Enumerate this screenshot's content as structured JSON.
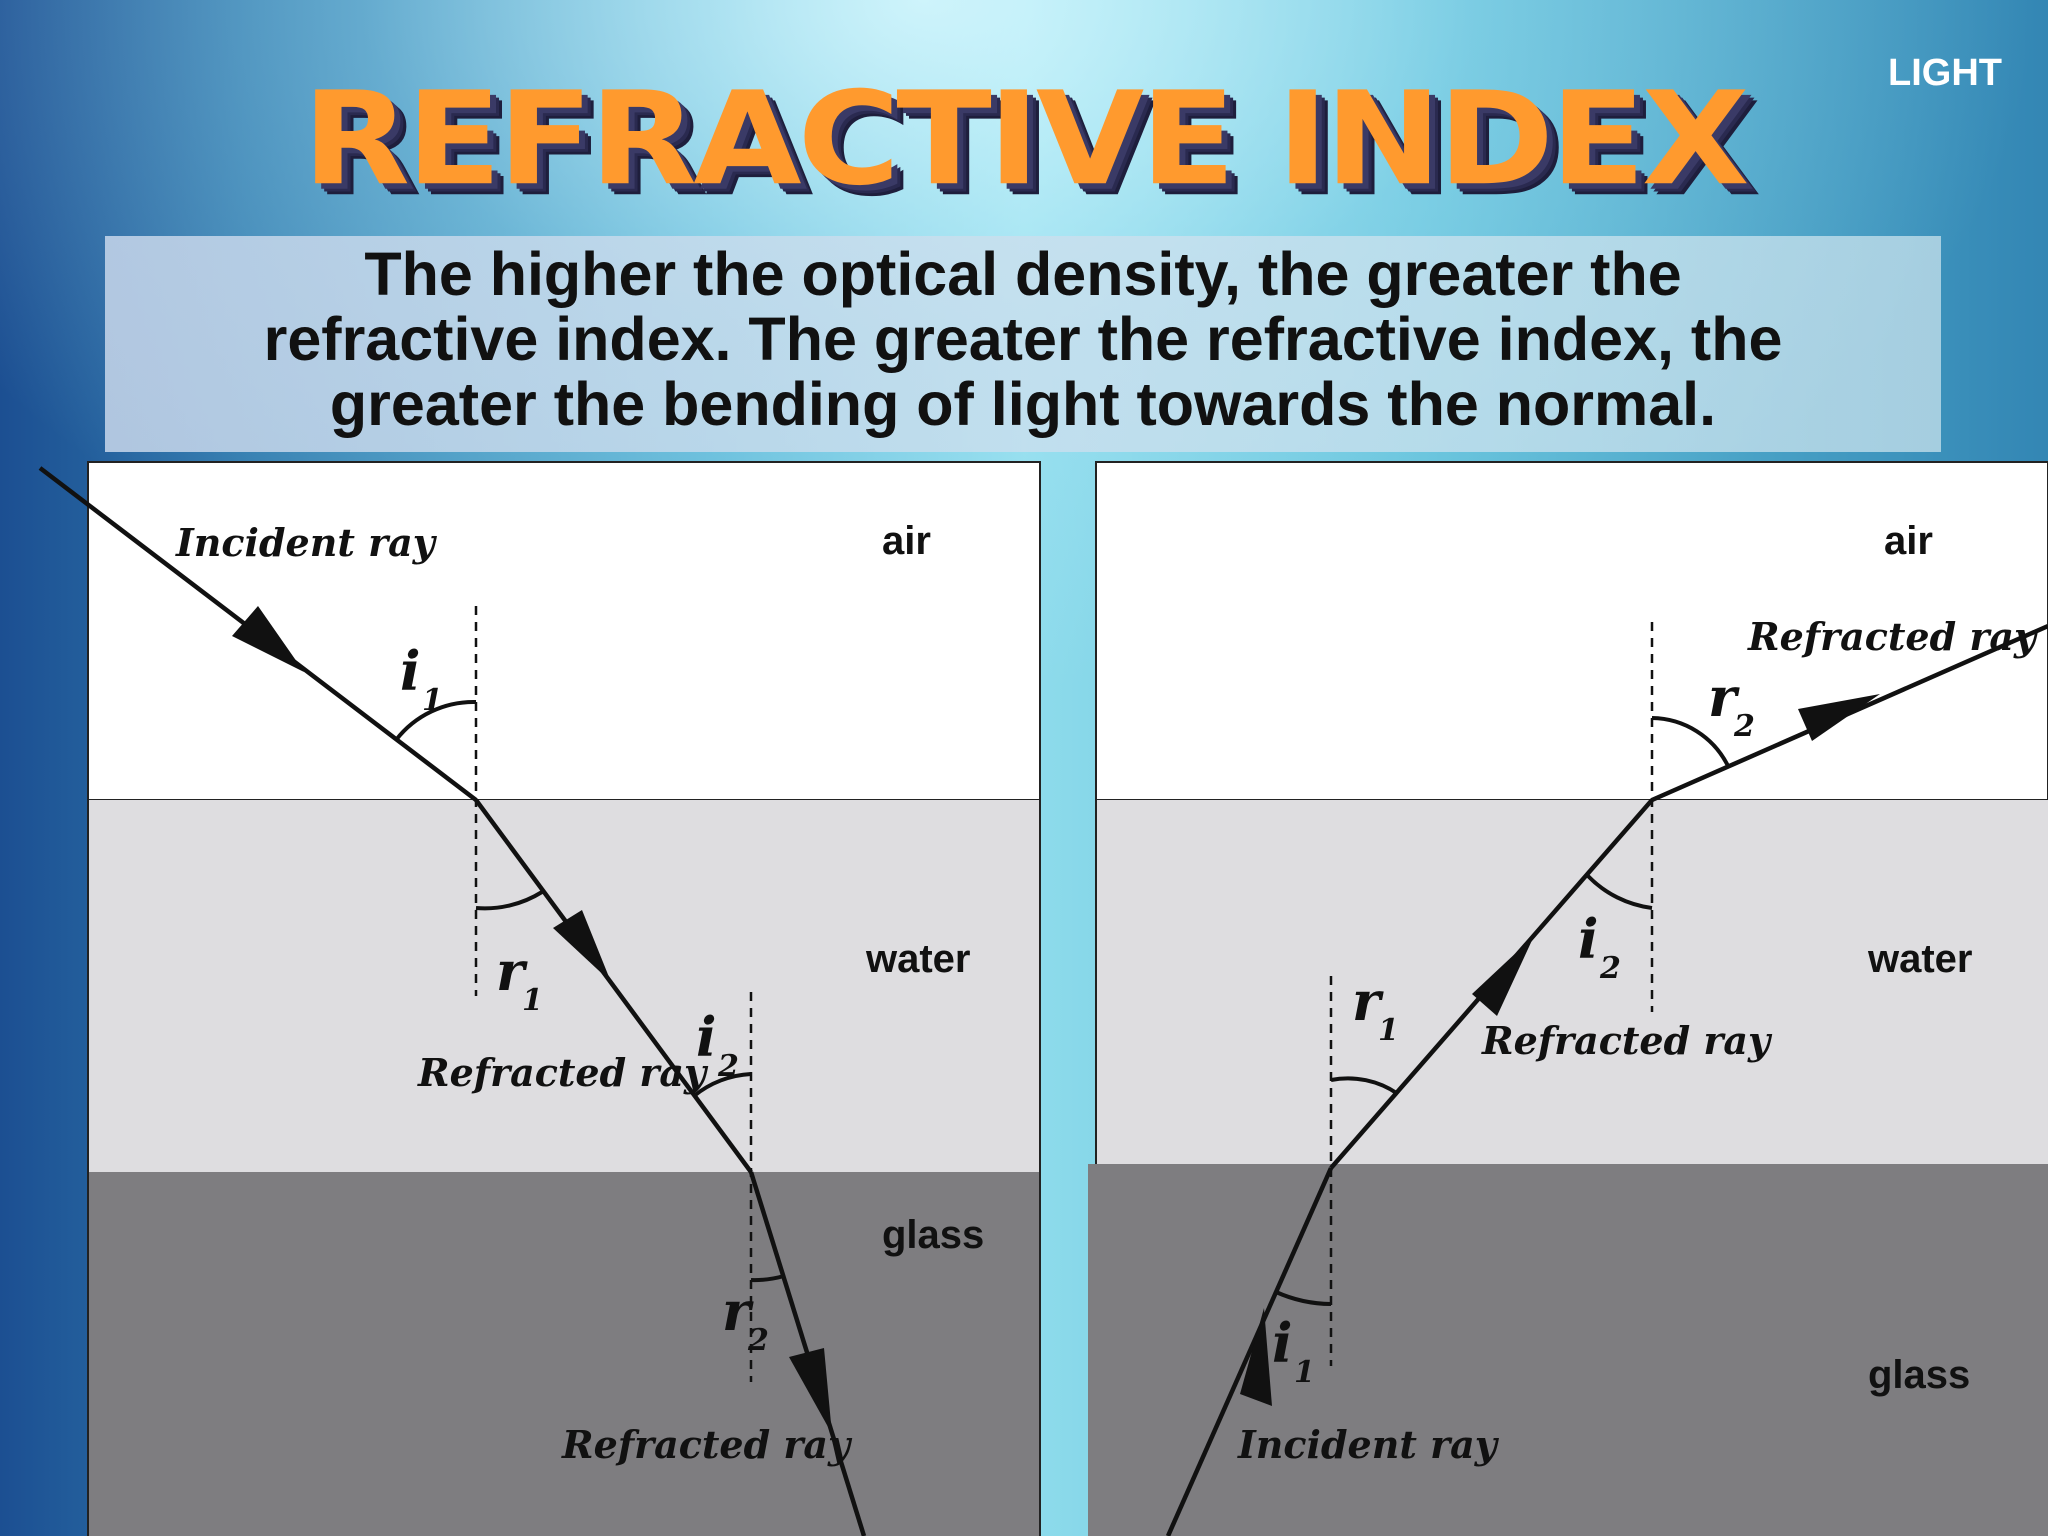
{
  "header": {
    "section_label": "LIGHT",
    "title": "REFRACTIVE INDEX",
    "statement_lines": [
      "The higher the optical density, the greater the",
      "refractive index. The greater the refractive index, the",
      "greater the bending of light towards the normal."
    ]
  },
  "left_diagram": {
    "media": [
      "air",
      "water",
      "glass"
    ],
    "labels": {
      "incident_ray": "Incident ray",
      "refracted_ray_1": "Refracted ray",
      "refracted_ray_2": "Refracted ray",
      "i1": "i",
      "i1_sub": "1",
      "r1": "r",
      "r1_sub": "1",
      "i2": "i",
      "i2_sub": "2",
      "r2": "r",
      "r2_sub": "2"
    }
  },
  "right_diagram": {
    "media": [
      "air",
      "water",
      "glass"
    ],
    "labels": {
      "incident_ray": "Incident ray",
      "refracted_ray_1": "Refracted ray",
      "refracted_ray_2": "Refracted ray",
      "i1": "i",
      "i1_sub": "1",
      "r1": "r",
      "r1_sub": "1",
      "i2": "i",
      "i2_sub": "2",
      "r2": "r",
      "r2_sub": "2"
    }
  },
  "colors": {
    "title": "#ff9a2e",
    "air": "#ffffff",
    "water": "#dedde0",
    "glass": "#7e7d80"
  }
}
